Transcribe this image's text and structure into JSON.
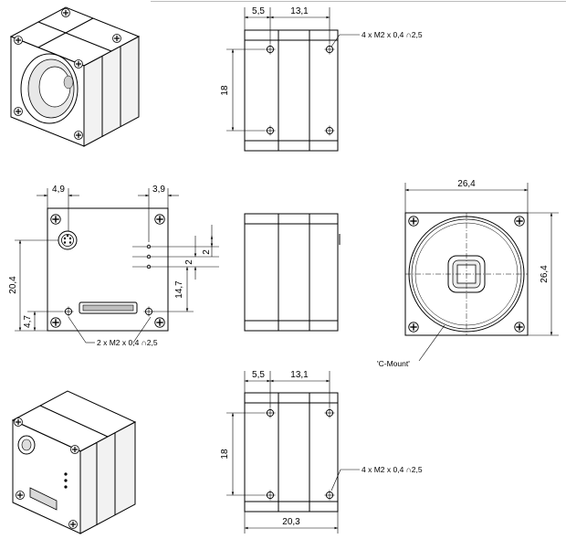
{
  "top_view": {
    "dim_left": "5,5",
    "dim_mid": "13,1",
    "dim_height": "18",
    "hole_note": "4 x  M2  x 0,4 ∩2,5"
  },
  "back_view": {
    "dim_left": "4,9",
    "dim_right": "3,9",
    "dim_height": "20,4",
    "dim_bottom": "4,7",
    "dim_led_1": "2",
    "dim_led_2": "2",
    "dim_led_height": "14,7",
    "hole_note": "2 x  M2  x 0,4 ∩2,5"
  },
  "front_view": {
    "dim_width": "26,4",
    "dim_height": "26,4",
    "mount_label": "'C-Mount'"
  },
  "bottom_view": {
    "dim_left": "5,5",
    "dim_mid": "13,1",
    "dim_height": "18",
    "dim_width": "20,3",
    "hole_note": "4 x  M2  x 0,4 ∩2,5"
  }
}
